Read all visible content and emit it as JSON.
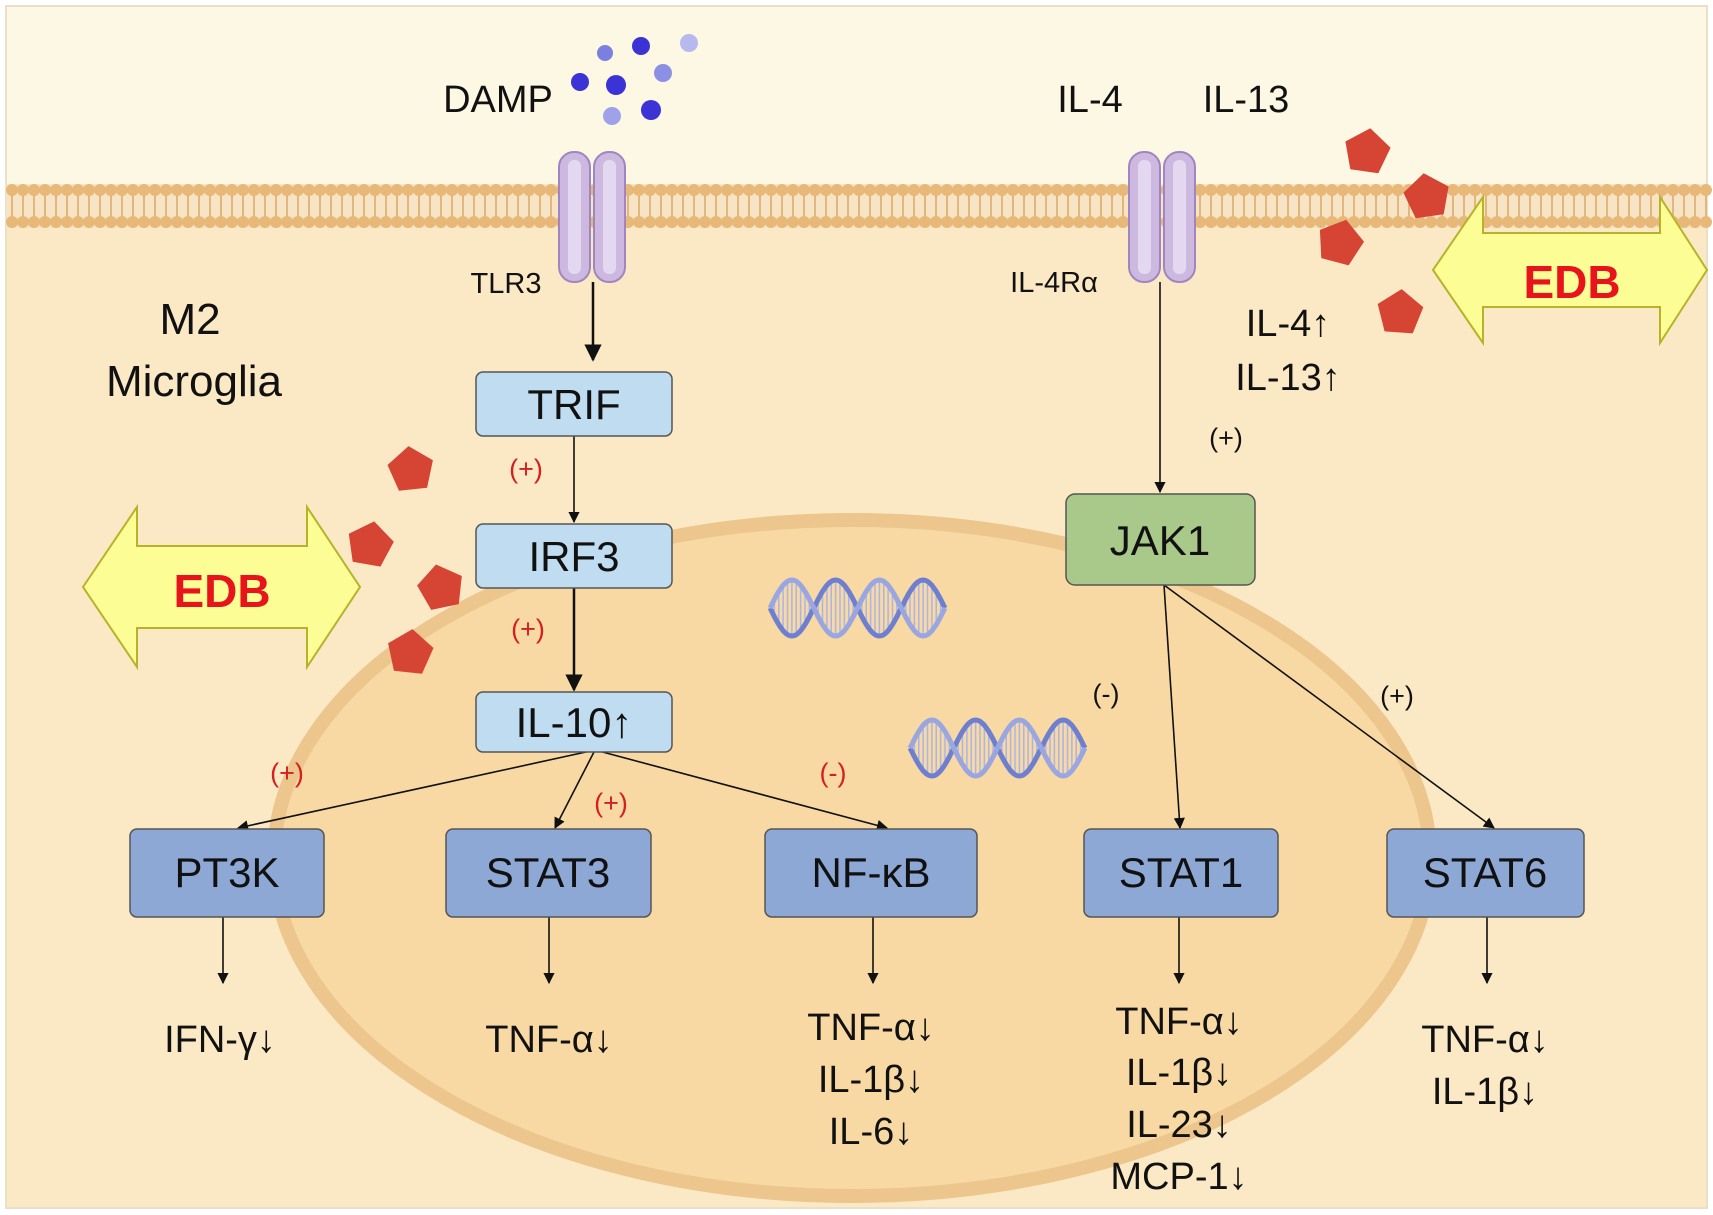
{
  "colors": {
    "extracellular": "#fdf8e4",
    "cytoplasm": "#fbe9c6",
    "membrane": "#e8b878",
    "nucleus_fill": "#f8d9a4",
    "nucleus_stroke": "#ecc68c",
    "node_light": "#bfdcf0",
    "node_dark": "#8ea8d6",
    "node_green": "#a9c98a",
    "receptor": "#cdb8e0",
    "edb_fill": "#fdfd96",
    "edb_text": "#e8141c",
    "pentagon": "#d64434",
    "plus_red": "#d42020"
  },
  "labels": {
    "damp": "DAMP",
    "tlr3": "TLR3",
    "il4": "IL-4",
    "il13": "IL-13",
    "il4ra": "IL-4Rα",
    "cell_line1": "M2",
    "cell_line2": "Microglia",
    "il4_up": "IL-4↑",
    "il13_up": "IL-13↑"
  },
  "edb": {
    "label": "EDB"
  },
  "nodes": {
    "trif": "TRIF",
    "irf3": "IRF3",
    "il10": "IL-10↑",
    "jak1": "JAK1",
    "pt3k": "PT3K",
    "stat3": "STAT3",
    "nfkb": "NF-κB",
    "stat1": "STAT1",
    "stat6": "STAT6"
  },
  "signs": {
    "trif_irf3": "(+)",
    "irf3_il10": "(+)",
    "il10_pt3k": "(+)",
    "il10_stat3": "(+)",
    "il10_nfkb": "(-)",
    "il4ra_jak1": "(+)",
    "jak1_stat1": "(-)",
    "jak1_stat6": "(+)"
  },
  "outputs": {
    "pt3k": [
      "IFN-γ↓"
    ],
    "stat3": [
      "TNF-α↓"
    ],
    "nfkb": [
      "TNF-α↓",
      "IL-1β↓",
      "IL-6↓"
    ],
    "stat1": [
      "TNF-α↓",
      "IL-1β↓",
      "IL-23↓",
      "MCP-1↓"
    ],
    "stat6": [
      "TNF-α↓",
      "IL-1β↓"
    ]
  },
  "icons": [
    "damp-molecule-icon",
    "receptor-channel-icon",
    "dna-helix-icon",
    "edb-pentagon-icon",
    "double-arrow-icon"
  ]
}
